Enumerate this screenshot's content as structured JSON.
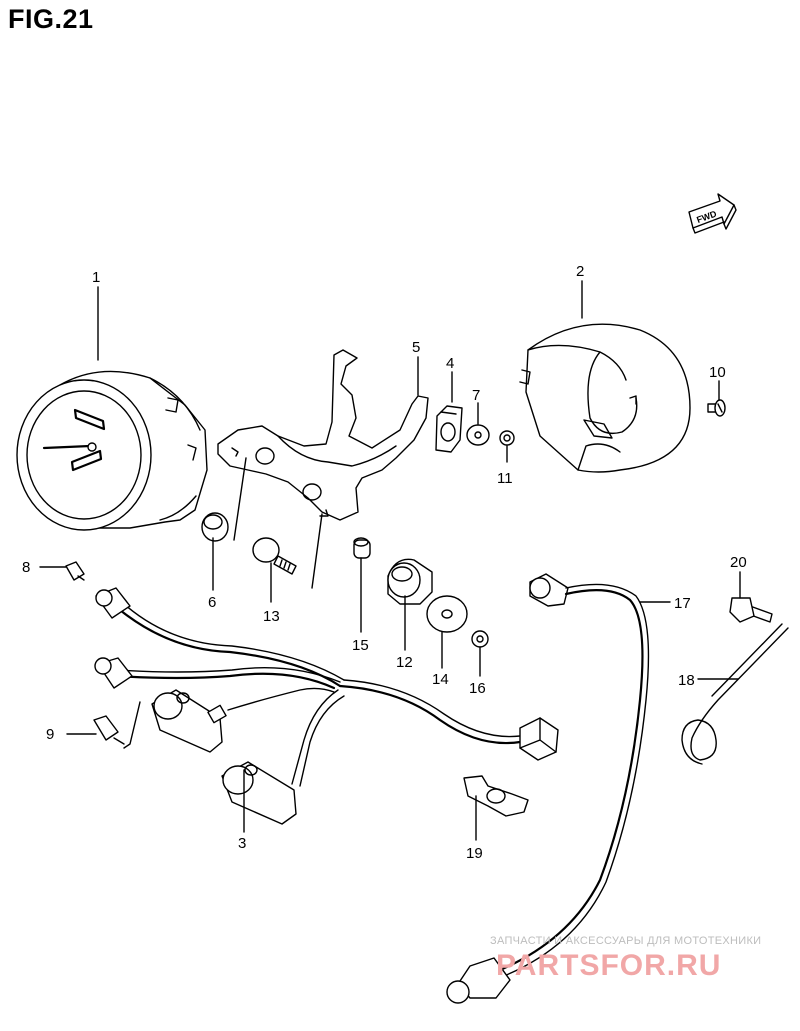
{
  "title": "FIG.21",
  "direction_badge": "FWD",
  "callouts": {
    "p1": "1",
    "p2": "2",
    "p3": "3",
    "p4": "4",
    "p5": "5",
    "p6": "6",
    "p7": "7",
    "p8": "8",
    "p9": "9",
    "p10": "10",
    "p11": "11",
    "p12": "12",
    "p13": "13",
    "p14": "14",
    "p15": "15",
    "p16": "16",
    "p17": "17",
    "p18": "18",
    "p19": "19",
    "p20": "20"
  },
  "watermark": {
    "caption": "ЗАПЧАСТИ И АКСЕССУАРЫ ДЛЯ МОТОТЕХНИКИ",
    "brand": "PARTSFOR.RU"
  },
  "colors": {
    "ink": "#000000",
    "watermark_brand": "#f1a7a7",
    "watermark_caption": "#bdbdbd"
  }
}
